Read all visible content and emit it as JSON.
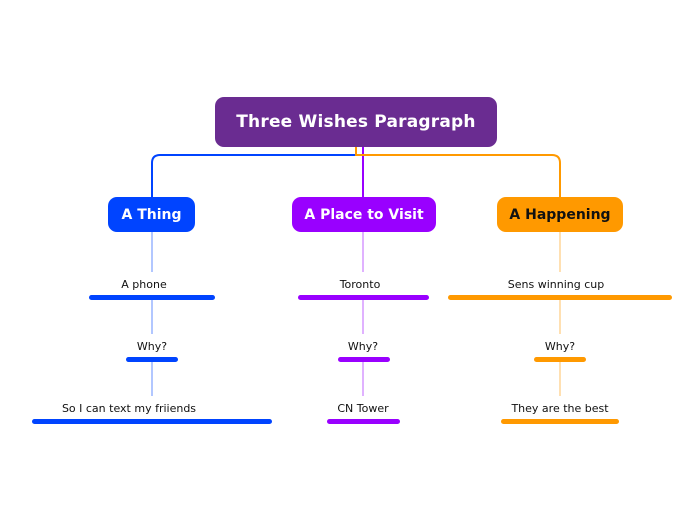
{
  "diagram": {
    "root": {
      "label": "Three Wishes Paragraph",
      "color": "#6a2c91"
    },
    "branches": [
      {
        "label": "A Thing",
        "color": "#0044ff",
        "text_color": "#ffffff",
        "items": [
          "A phone",
          "Why?",
          "So I can text my friiends"
        ]
      },
      {
        "label": "A Place to Visit",
        "color": "#9900ff",
        "text_color": "#ffffff",
        "items": [
          "Toronto",
          "Why?",
          "CN Tower"
        ]
      },
      {
        "label": "A Happening",
        "color": "#ff9900",
        "text_color": "#111111",
        "items": [
          "Sens winning cup",
          "Why?",
          "They are the best"
        ]
      }
    ]
  }
}
